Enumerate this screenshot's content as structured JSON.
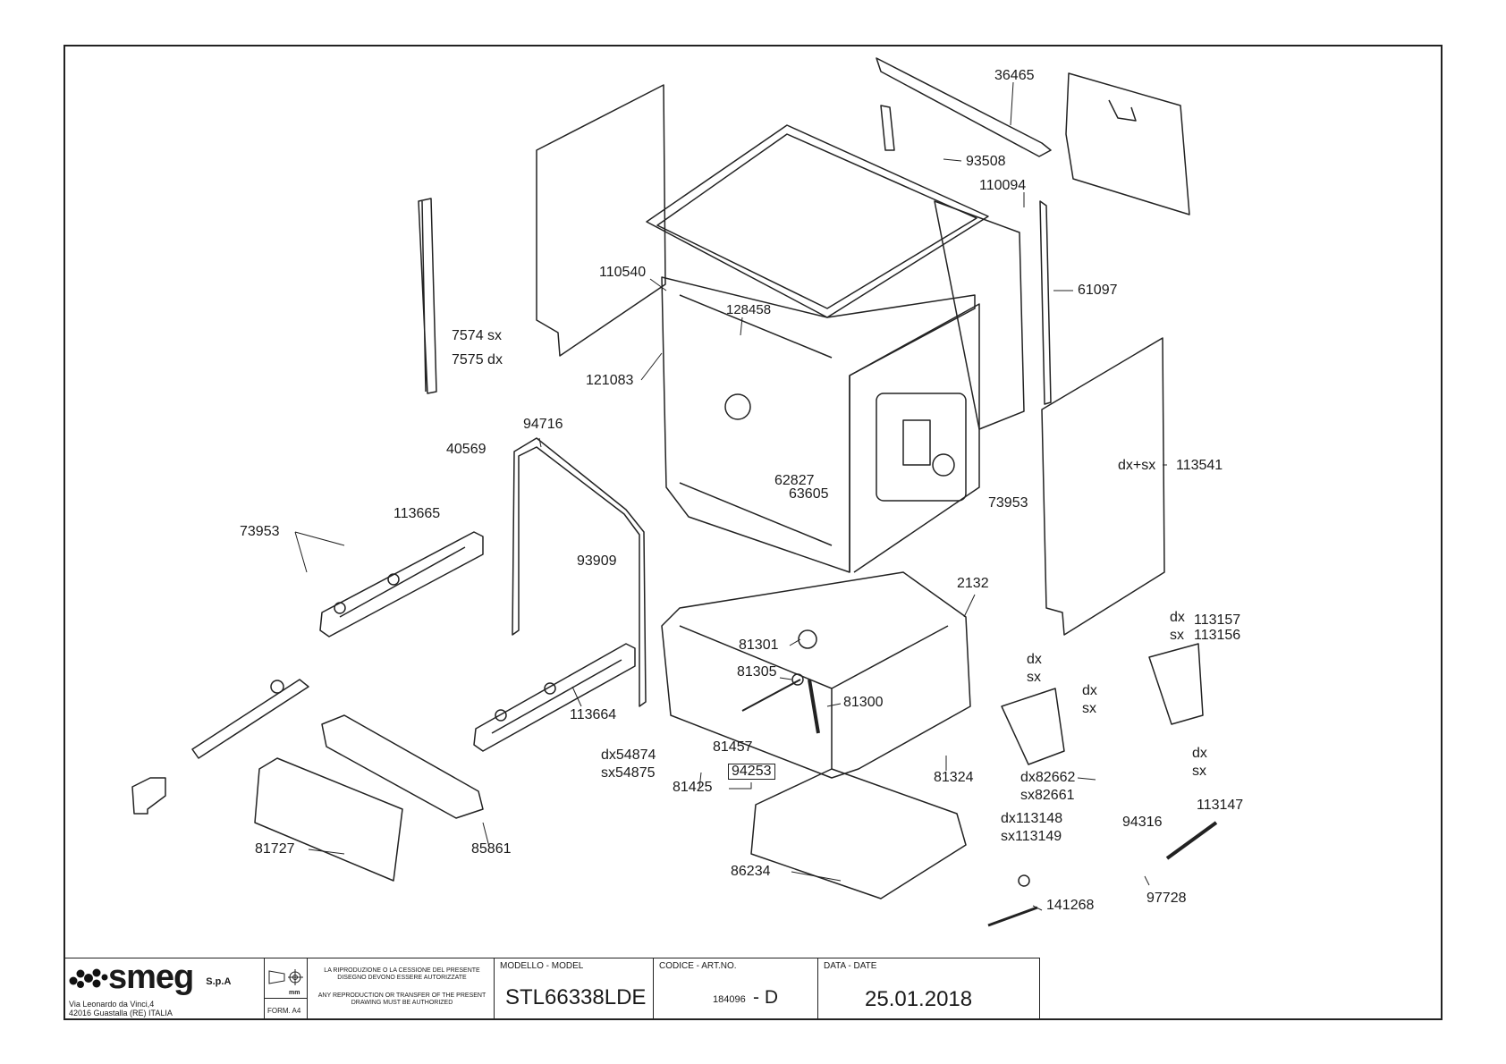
{
  "labels": {
    "p36465": "36465",
    "p93508": "93508",
    "p110094": "110094",
    "p61097": "61097",
    "p110540": "110540",
    "p128458": "128458",
    "p7574": "7574 sx",
    "p7575": "7575 dx",
    "p121083": "121083",
    "p94716": "94716",
    "p40569": "40569",
    "p62827": "62827",
    "p63605": "63605",
    "p73953a": "73953",
    "p73953b": "73953",
    "p113541": "dx+sx",
    "p113541n": "113541",
    "p113665": "113665",
    "p93909": "93909",
    "p2132": "2132",
    "p113157dx": "dx",
    "p113157": "113157",
    "p113156sx": "sx",
    "p113156": "113156",
    "p81301": "81301",
    "p81305": "81305",
    "p81300": "81300",
    "p113664": "113664",
    "pdx1": "dx",
    "psx1": "sx",
    "pdx2": "dx",
    "psx2": "sx",
    "pdx3": "dx",
    "psx3": "sx",
    "p54874": "dx54874",
    "p54875": "sx54875",
    "p81457": "81457",
    "p94253": "94253",
    "p81425": "81425",
    "p81324": "81324",
    "p82662": "dx82662",
    "p82661": "sx82661",
    "p113148": "dx113148",
    "p113149": "sx113149",
    "p94316": "94316",
    "p113147": "113147",
    "p81727": "81727",
    "p85861": "85861",
    "p86234": "86234",
    "p141268": "141268",
    "p97728": "97728"
  },
  "titleblock": {
    "brand": "smeg",
    "brand_suffix": "S.p.A",
    "address_line1": "Via Leonardo da Vinci,4",
    "address_line2": "42016  Guastalla (RE) ITALIA",
    "unit": "mm",
    "format": "FORM. A4",
    "notice_it": "LA RIPRODUZIONE O LA CESSIONE DEL PRESENTE DISEGNO DEVONO ESSERE AUTORIZZATE",
    "notice_en": "ANY REPRODUCTION OR TRANSFER OF THE PRESENT DRAWING MUST BE AUTHORIZED",
    "model_header": "MODELLO - MODEL",
    "model_value": "STL66338LDE",
    "code_header": "CODICE - ART.NO.",
    "code_value": "184096",
    "code_rev": "- D",
    "date_header": "DATA - DATE",
    "date_value": "25.01.2018"
  }
}
